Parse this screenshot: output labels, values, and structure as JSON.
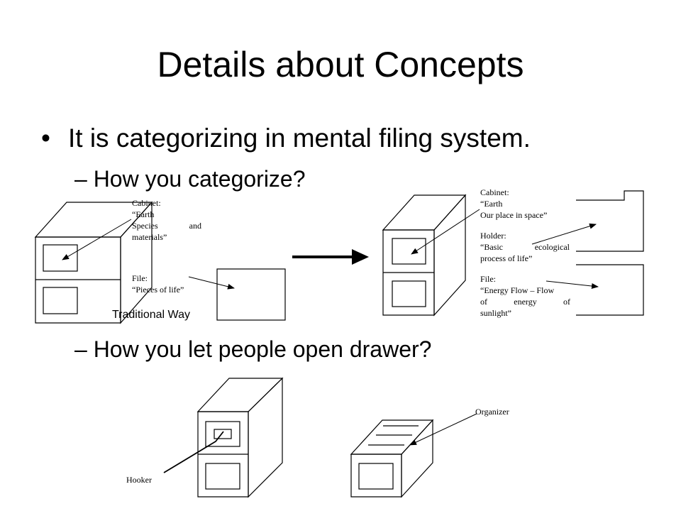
{
  "slide": {
    "title": "Details about Concepts",
    "bullet": "It is categorizing in mental filing system.",
    "bullet_marker": "•",
    "sub1": "– How you categorize?",
    "sub2": "– How you let people open drawer?"
  },
  "traditional": {
    "cabinet_label": "Cabinet:",
    "cabinet_line1": "“Earth",
    "cabinet_line2": "Species and",
    "cabinet_line3": "materials”",
    "file_label": "File:",
    "file_line1": "“Pieces of life”",
    "caption": "Traditional Way"
  },
  "new": {
    "cabinet_label": "Cabinet:",
    "cabinet_line1": "“Earth",
    "cabinet_line2": "Our place in space”",
    "holder_label": "Holder:",
    "holder_line1": "“Basic ecological",
    "holder_line2": "process of life”",
    "file_label": "File:",
    "file_line1": "“Energy Flow – Flow",
    "file_line2": "of energy of",
    "file_line3": "sunlight”"
  },
  "drawers": {
    "hooker_label": "Hooker",
    "organizer_label": "Organizer"
  },
  "icons": [
    "filing-cabinet-icon",
    "folder-icon",
    "arrow-right-icon"
  ]
}
